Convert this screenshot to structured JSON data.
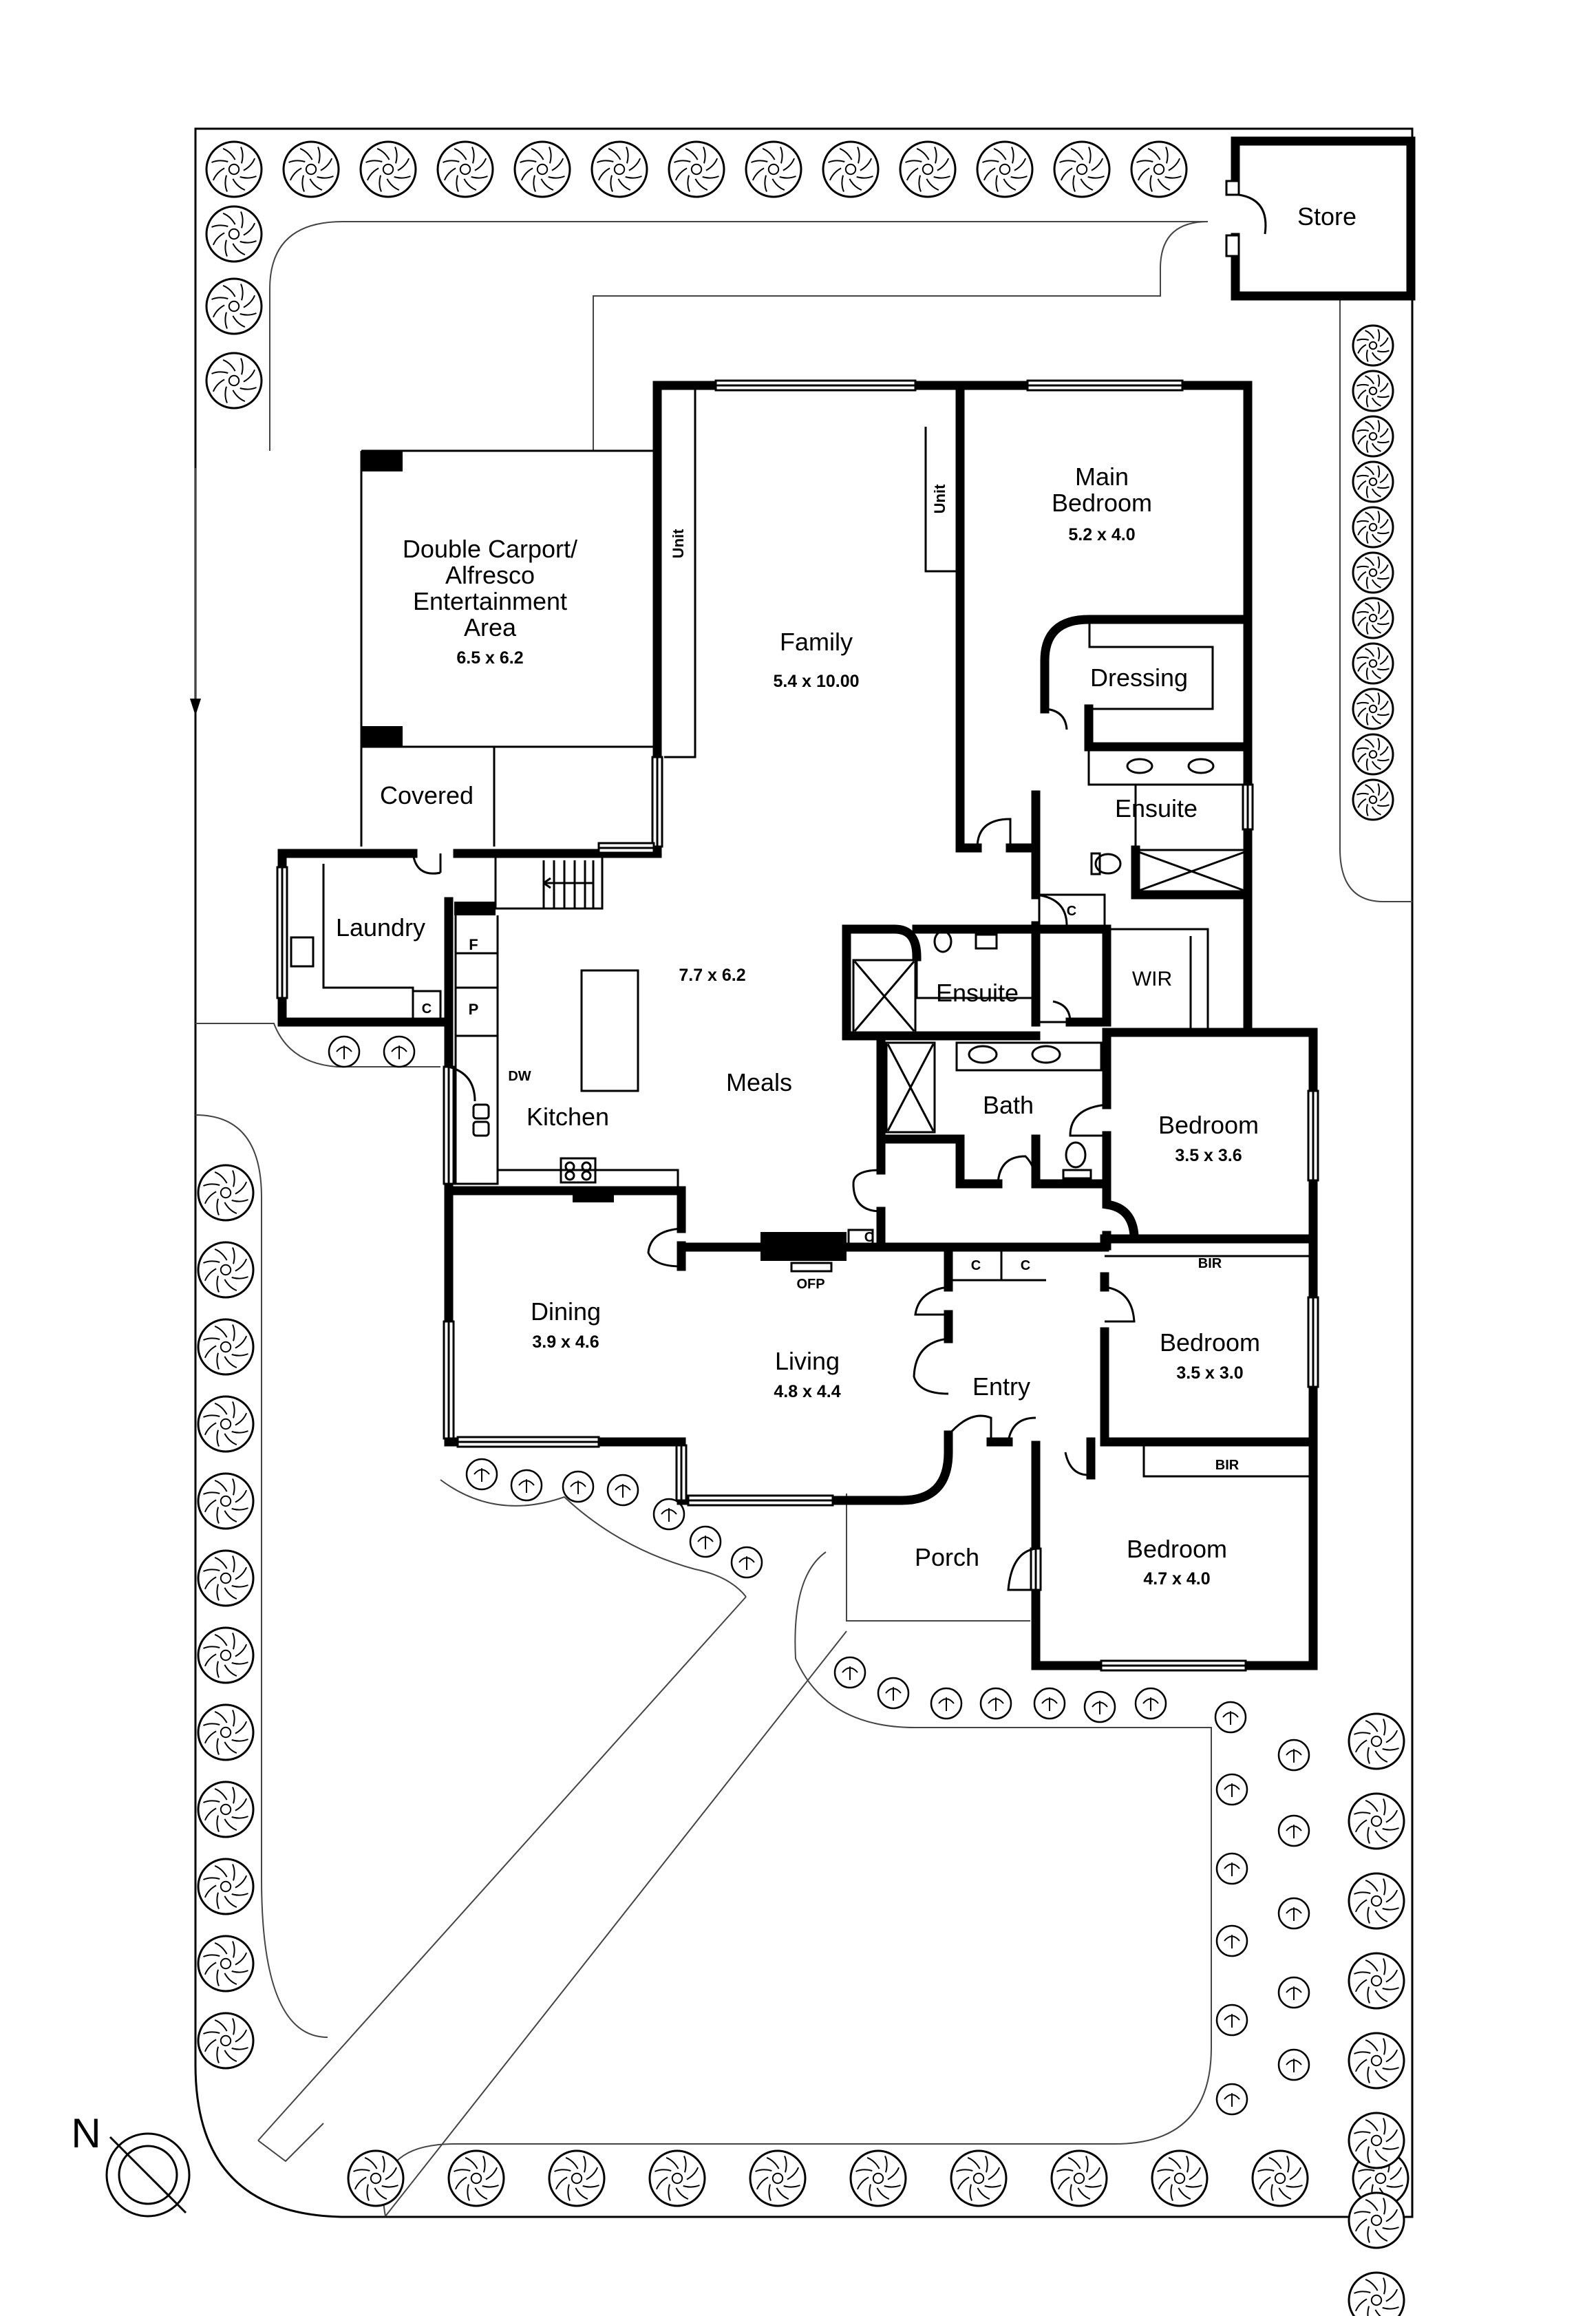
{
  "rooms": {
    "store": {
      "name": "Store"
    },
    "carport": {
      "name_lines": [
        "Double Carport/",
        "Alfresco",
        "Entertainment",
        "Area"
      ],
      "dim": "6.5 x 6.2"
    },
    "covered": {
      "name": "Covered"
    },
    "laundry": {
      "name": "Laundry"
    },
    "family": {
      "name": "Family",
      "dim": "5.4 x 10.00"
    },
    "main_bedroom": {
      "name_lines": [
        "Main",
        "Bedroom"
      ],
      "dim": "5.2 x 4.0"
    },
    "dressing": {
      "name": "Dressing"
    },
    "ensuite_main": {
      "name": "Ensuite"
    },
    "ensuite_2": {
      "name": "Ensuite"
    },
    "wir": {
      "name": "WIR"
    },
    "meals": {
      "name": "Meals",
      "dim": "7.7 x 6.2"
    },
    "kitchen": {
      "name": "Kitchen"
    },
    "bath": {
      "name": "Bath"
    },
    "bedroom_2": {
      "name": "Bedroom",
      "dim": "3.5 x 3.6"
    },
    "bedroom_3": {
      "name": "Bedroom",
      "dim": "3.5 x 3.0"
    },
    "bedroom_4": {
      "name": "Bedroom",
      "dim": "4.7 x 4.0"
    },
    "dining": {
      "name": "Dining",
      "dim": "3.9 x 4.6"
    },
    "living": {
      "name": "Living",
      "dim": "4.8 x 4.4"
    },
    "entry": {
      "name": "Entry"
    },
    "porch": {
      "name": "Porch"
    }
  },
  "fixtures": {
    "unit_family": "Unit",
    "unit_main": "Unit",
    "fridge": "F",
    "pantry": "P",
    "dishwasher": "DW",
    "laundry_cupboard": "C",
    "ensuite_cupboard": "C",
    "fireplace_cupboard": "C",
    "entry_cupboard_1": "C",
    "entry_cupboard_2": "C",
    "fireplace": "OFP",
    "bir_bedroom_3": "BIR",
    "bir_bedroom_4": "BIR"
  },
  "compass": {
    "label": "N"
  }
}
